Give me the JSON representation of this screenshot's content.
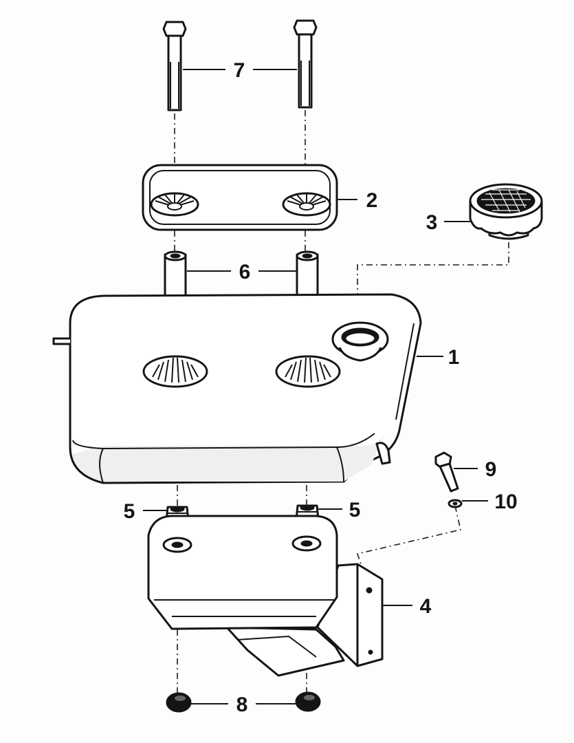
{
  "callouts": {
    "c1": "1",
    "c2": "2",
    "c3": "3",
    "c4": "4",
    "c5_left": "5",
    "c5_right": "5",
    "c6": "6",
    "c7": "7",
    "c8": "8",
    "c9": "9",
    "c10": "10"
  }
}
